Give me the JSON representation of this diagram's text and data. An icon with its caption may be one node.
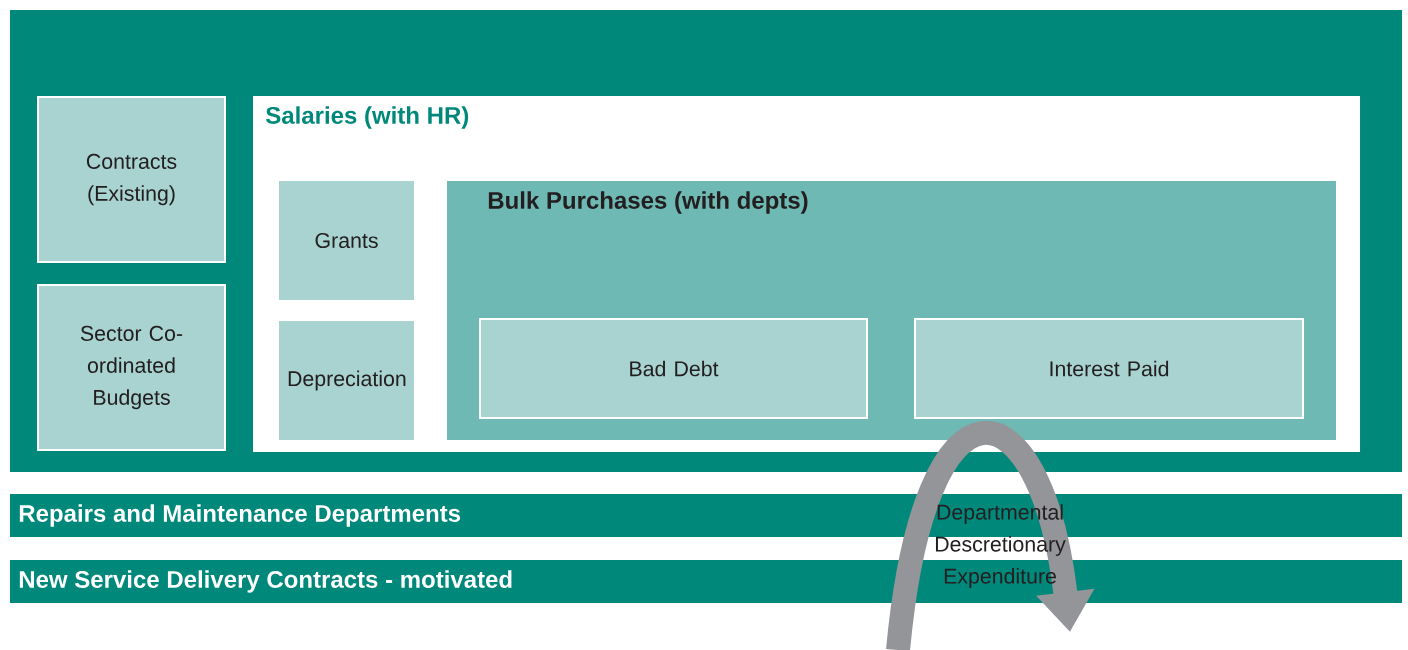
{
  "diagram": {
    "nodes": [
      {
        "text": [],
        "shape": "box"
      },
      {
        "text": [
          "Contracts (Existing)"
        ],
        "in": 0
      },
      {
        "text": [
          "Sector Co-ordinated Budgets"
        ],
        "in": 0
      },
      {
        "text": [
          "Salaries (with HR)"
        ],
        "in": 0
      },
      {
        "text": [
          "Grants"
        ],
        "in": 3
      },
      {
        "text": [
          "Depreciation"
        ],
        "in": 3
      },
      {
        "text": [
          "Bulk Purchases (with depts)"
        ],
        "in": 3
      },
      {
        "text": [
          "Bad Debt"
        ],
        "in": 6
      },
      {
        "text": [
          "Interest Paid"
        ],
        "in": 6
      },
      {
        "text": [
          "Repairs and Maintenance Departments"
        ]
      },
      {
        "text": [
          "New Service Delivery Contracts - motivated"
        ]
      }
    ],
    "labels": [
      "Departmental Descretionary Expenditure"
    ]
  }
}
